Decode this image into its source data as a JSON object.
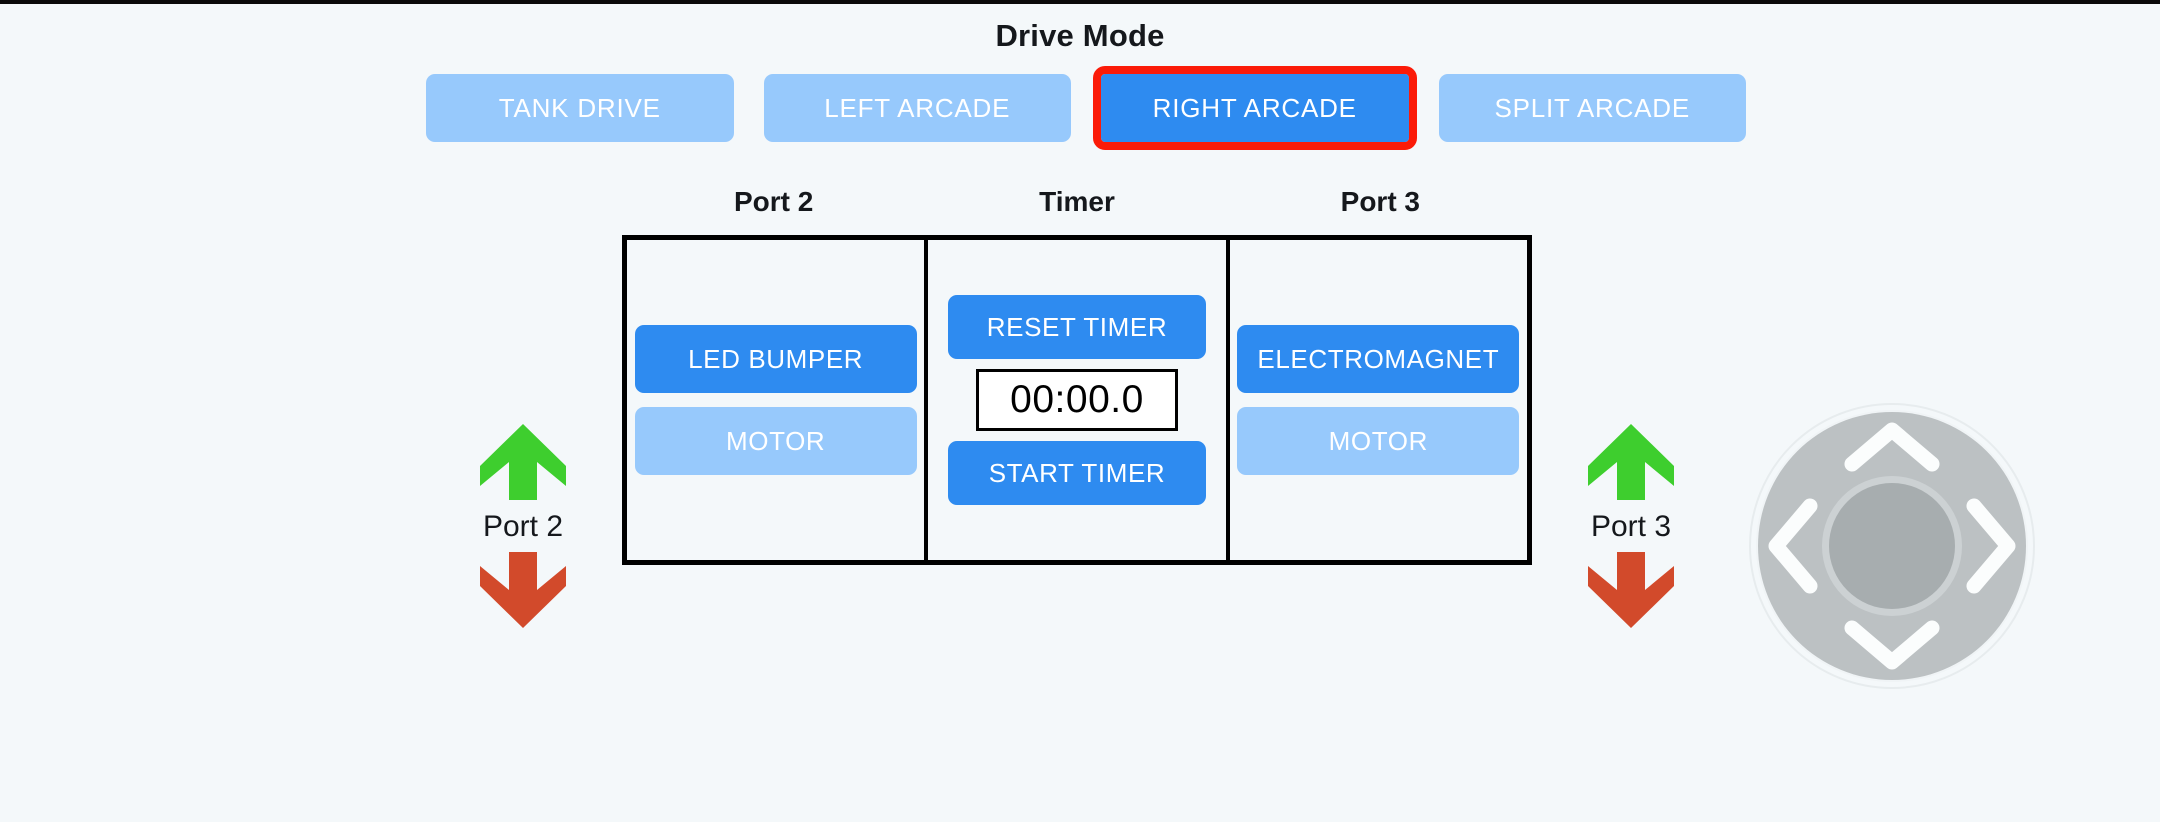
{
  "header": {
    "title": "Drive Mode"
  },
  "drive_modes": [
    {
      "label": "TANK DRIVE",
      "active": false
    },
    {
      "label": "LEFT ARCADE",
      "active": false
    },
    {
      "label": "RIGHT ARCADE",
      "active": true
    },
    {
      "label": "SPLIT ARCADE",
      "active": false
    }
  ],
  "panels": [
    {
      "title": "Port 2",
      "buttons": [
        {
          "label": "LED BUMPER",
          "state": "on"
        },
        {
          "label": "MOTOR",
          "state": "off"
        }
      ]
    },
    {
      "title": "Timer",
      "reset_label": "RESET TIMER",
      "display": "00:00.0",
      "start_label": "START TIMER"
    },
    {
      "title": "Port 3",
      "buttons": [
        {
          "label": "ELECTROMAGNET",
          "state": "on"
        },
        {
          "label": "MOTOR",
          "state": "off"
        }
      ]
    }
  ],
  "port_clusters": [
    {
      "label": "Port 2",
      "up_icon": "arrow-up-icon",
      "down_icon": "arrow-down-icon"
    },
    {
      "label": "Port 3",
      "up_icon": "arrow-up-icon",
      "down_icon": "arrow-down-icon"
    }
  ],
  "dpad": {
    "up_icon": "chevron-up-icon",
    "down_icon": "chevron-down-icon",
    "left_icon": "chevron-left-icon",
    "right_icon": "chevron-right-icon",
    "center_icon": "dpad-center-icon"
  },
  "colors": {
    "background": "#f4f8fa",
    "accent_active": "#2e8bf0",
    "accent_inactive": "#97c9fc",
    "selection_highlight": "#fb1b08",
    "arrow_up": "#3ece2e",
    "arrow_down": "#d24a2b",
    "panel_border": "#000000",
    "dpad_ring": "#bcc1c3",
    "dpad_center": "#a7adaf"
  }
}
